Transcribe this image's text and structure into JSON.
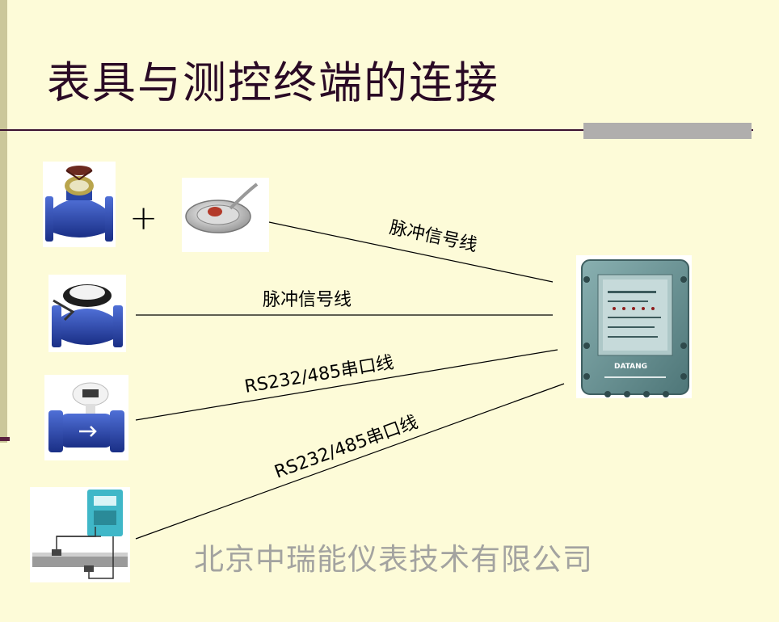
{
  "title": "表具与测控终端的连接",
  "footer": "北京中瑞能仪表技术有限公司",
  "plus": "+",
  "terminal_badge": "DATANG",
  "connections": {
    "pulse_top": "脉冲信号线",
    "pulse_mid": "脉冲信号线",
    "serial_a": "RS232/485串口线",
    "serial_b": "RS232/485串口线"
  },
  "colors": {
    "background": "#fdfbd8",
    "title": "#2a0a25",
    "footer": "#a3a3a0",
    "meter_blue": "#2a46a6",
    "terminal": "#6f9698"
  }
}
